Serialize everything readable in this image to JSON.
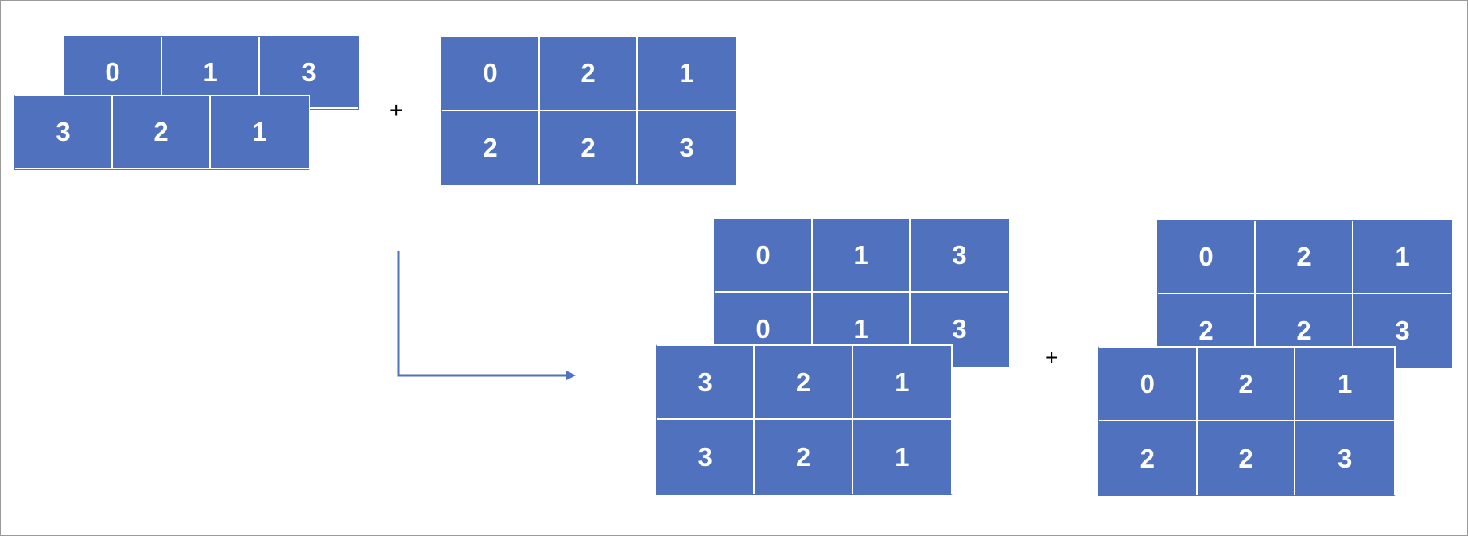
{
  "colors": {
    "cell_fill": "#4f71be",
    "cell_text": "#ffffff",
    "arrow": "#4f71be"
  },
  "top": {
    "left_back_row": [
      "0",
      "1",
      "3"
    ],
    "left_front_row": [
      "3",
      "2",
      "1"
    ],
    "plus": "+",
    "right_matrix": [
      [
        "0",
        "2",
        "1"
      ],
      [
        "2",
        "2",
        "3"
      ]
    ]
  },
  "bottom": {
    "left_back": [
      [
        "0",
        "1",
        "3"
      ],
      [
        "0",
        "1",
        "3"
      ]
    ],
    "left_front": [
      [
        "3",
        "2",
        "1"
      ],
      [
        "3",
        "2",
        "1"
      ]
    ],
    "plus": "+",
    "right_back": [
      [
        "0",
        "2",
        "1"
      ],
      [
        "2",
        "2",
        "3"
      ]
    ],
    "right_front": [
      [
        "0",
        "2",
        "1"
      ],
      [
        "2",
        "2",
        "3"
      ]
    ]
  }
}
